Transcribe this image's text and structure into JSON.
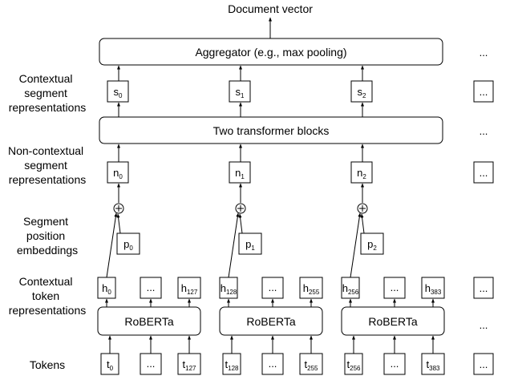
{
  "title": "Document vector",
  "aggregator_label": "Aggregator (e.g., max pooling)",
  "transformer_label": "Two transformer blocks",
  "roberta_label": "RoBERTa",
  "ellipsis": "...",
  "left_labels": {
    "contextual_segment": [
      "Contextual",
      "segment",
      "representations"
    ],
    "noncontextual_segment": [
      "Non-contextual",
      "segment",
      "representations"
    ],
    "position_embeddings": [
      "Segment",
      "position",
      "embeddings"
    ],
    "contextual_token": [
      "Contextual",
      "token",
      "representations"
    ],
    "tokens": "Tokens"
  },
  "segments": [
    {
      "s": {
        "base": "s",
        "sub": "0"
      },
      "n": {
        "base": "n",
        "sub": "0"
      },
      "p": {
        "base": "p",
        "sub": "0"
      },
      "h_first": {
        "base": "h",
        "sub": "0"
      },
      "h_last": {
        "base": "h",
        "sub": "127"
      },
      "t_first": {
        "base": "t",
        "sub": "0"
      },
      "t_last": {
        "base": "t",
        "sub": "127"
      }
    },
    {
      "s": {
        "base": "s",
        "sub": "1"
      },
      "n": {
        "base": "n",
        "sub": "1"
      },
      "p": {
        "base": "p",
        "sub": "1"
      },
      "h_first": {
        "base": "h",
        "sub": "128"
      },
      "h_last": {
        "base": "h",
        "sub": "255"
      },
      "t_first": {
        "base": "t",
        "sub": "128"
      },
      "t_last": {
        "base": "t",
        "sub": "255"
      }
    },
    {
      "s": {
        "base": "s",
        "sub": "2"
      },
      "n": {
        "base": "n",
        "sub": "2"
      },
      "p": {
        "base": "p",
        "sub": "2"
      },
      "h_first": {
        "base": "h",
        "sub": "256"
      },
      "h_last": {
        "base": "h",
        "sub": "383"
      },
      "t_first": {
        "base": "t",
        "sub": "256"
      },
      "t_last": {
        "base": "t",
        "sub": "383"
      }
    }
  ]
}
